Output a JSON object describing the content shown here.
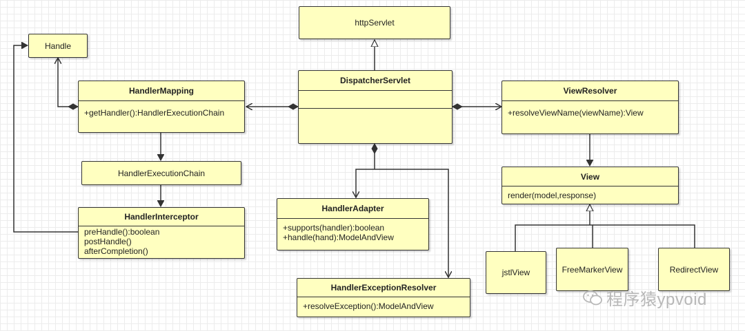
{
  "boxes": {
    "http_servlet": "httpServlet",
    "handle": "Handle",
    "dispatcher_servlet": "DispatcherServlet",
    "handler_mapping": {
      "title": "HandlerMapping",
      "members": [
        "+getHandler():HandlerExecutionChain"
      ]
    },
    "handler_execution_chain": "HandlerExecutionChain",
    "handler_interceptor": {
      "title": "HandlerInterceptor",
      "members": [
        "preHandle():boolean",
        "postHandle()",
        "afterCompletion()"
      ]
    },
    "handler_adapter": {
      "title": "HandlerAdapter",
      "members": [
        "+supports(handler):boolean",
        "+handle(hand):ModelAndView"
      ]
    },
    "handler_exception_resolver": {
      "title": "HandlerExceptionResolver",
      "members": [
        "+resolveException():ModelAndView"
      ]
    },
    "view_resolver": {
      "title": "ViewResolver",
      "members": [
        "+resolveViewName(viewName):View"
      ]
    },
    "view": {
      "title": "View",
      "members": [
        "render(model,response)"
      ]
    },
    "jstl_view": "jstlView",
    "freemarker_view": "FreeMarkerView",
    "redirect_view": "RedirectView"
  },
  "watermark": "程序猿ypvoid",
  "colors": {
    "box_fill": "#ffffc0",
    "border": "#333333",
    "grid": "#ececec",
    "watermark": "#b8b8b8"
  }
}
